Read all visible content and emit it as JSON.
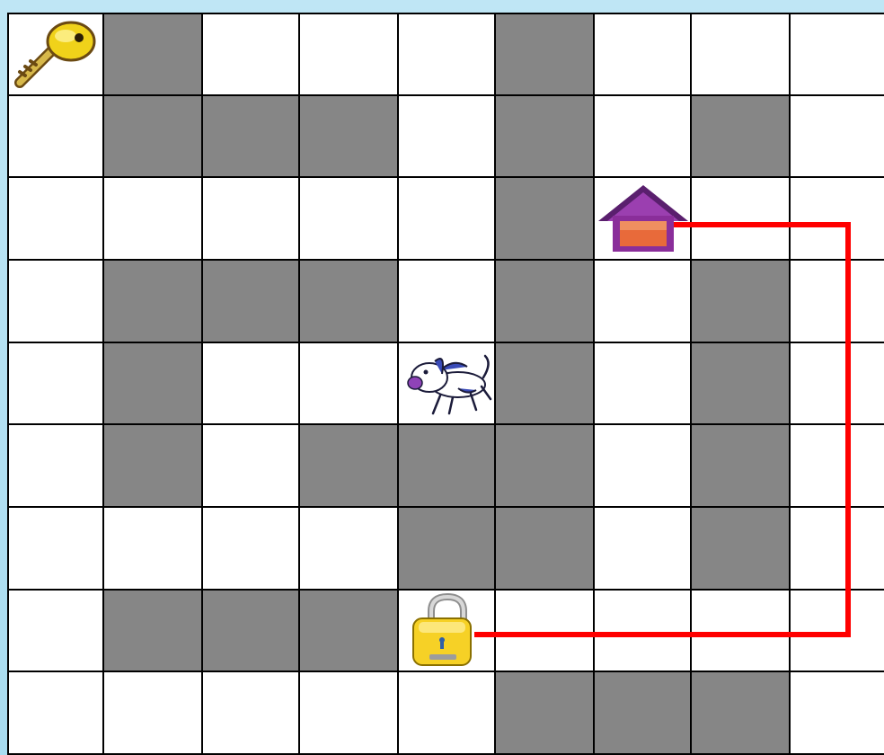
{
  "grid": {
    "rows": 9,
    "cols": 9,
    "walls": [
      [
        0,
        1
      ],
      [
        0,
        5
      ],
      [
        1,
        1
      ],
      [
        1,
        2
      ],
      [
        1,
        3
      ],
      [
        1,
        5
      ],
      [
        1,
        7
      ],
      [
        2,
        5
      ],
      [
        3,
        1
      ],
      [
        3,
        2
      ],
      [
        3,
        3
      ],
      [
        3,
        5
      ],
      [
        3,
        7
      ],
      [
        4,
        1
      ],
      [
        4,
        5
      ],
      [
        4,
        7
      ],
      [
        5,
        1
      ],
      [
        5,
        3
      ],
      [
        5,
        4
      ],
      [
        5,
        5
      ],
      [
        5,
        7
      ],
      [
        6,
        4
      ],
      [
        6,
        5
      ],
      [
        6,
        7
      ],
      [
        7,
        1
      ],
      [
        7,
        2
      ],
      [
        7,
        3
      ],
      [
        8,
        5
      ],
      [
        8,
        6
      ],
      [
        8,
        7
      ]
    ]
  },
  "items": [
    {
      "name": "key-icon",
      "icon": "key",
      "row": 0,
      "col": 0
    },
    {
      "name": "house-icon",
      "icon": "house",
      "row": 2,
      "col": 6
    },
    {
      "name": "dog-icon",
      "icon": "dog",
      "row": 4,
      "col": 4
    },
    {
      "name": "padlock-icon",
      "icon": "padlock",
      "row": 7,
      "col": 4
    }
  ],
  "path": {
    "color": "#ff0000",
    "from": "house",
    "to": "padlock",
    "via_col": 8
  },
  "colors": {
    "wall": "#868686",
    "grid_line": "#000000",
    "background": "#a8dcf0"
  }
}
